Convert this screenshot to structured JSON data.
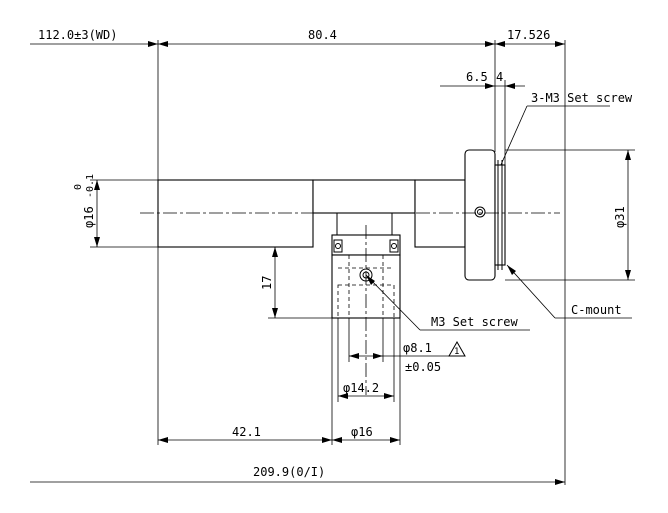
{
  "dimensions": {
    "wd": "112.0±3(WD)",
    "barrel_length": "80.4",
    "mount_depth": "17.526",
    "screw_offset": "6.5",
    "screw_offset_tail": "4",
    "set_screw_3": "3-M3 Set screw",
    "tube_dia": "φ16",
    "tube_tol_upper": "0",
    "tube_tol_lower": "-0.1",
    "mount_dia": "φ31",
    "drop": "17",
    "m3_screw": "M3 Set screw",
    "c_mount": "C-mount",
    "bore_dia": "φ8.1",
    "bore_tol": "±0.05",
    "note_mark": "1",
    "port_inner": "φ14.2",
    "port_outer": "φ16",
    "port_offset": "42.1",
    "total_length": "209.9(0/I)"
  }
}
